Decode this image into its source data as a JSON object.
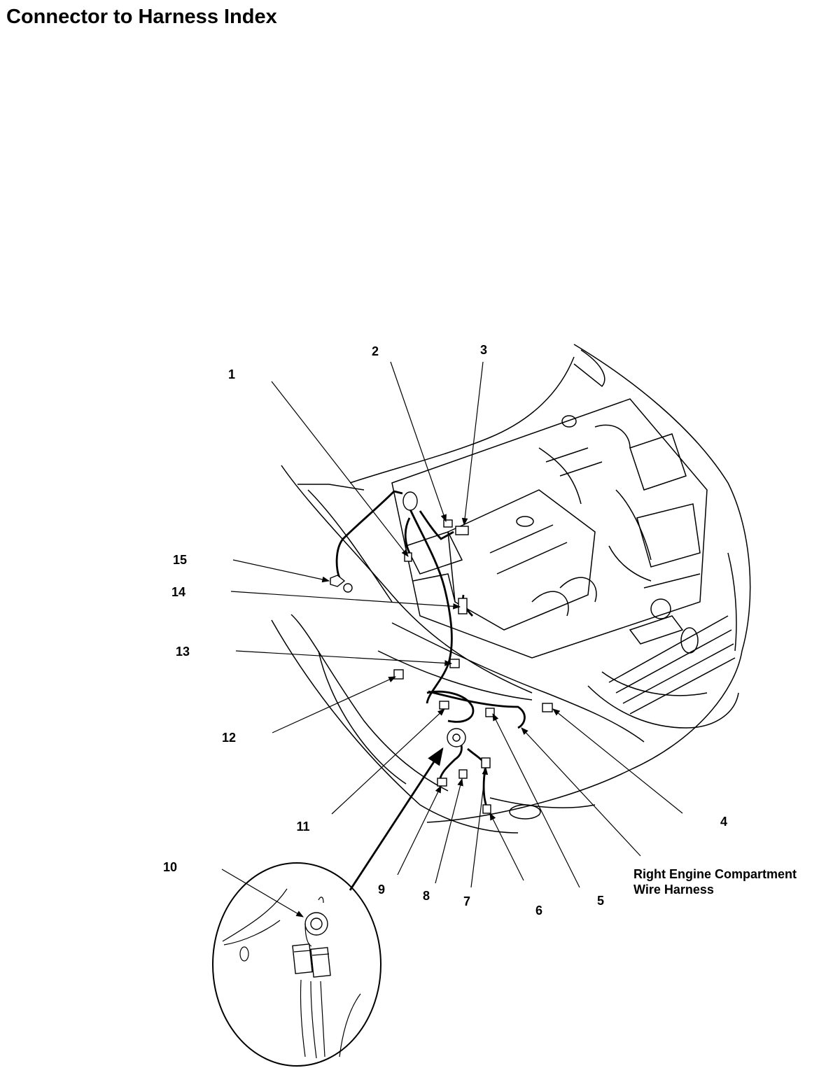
{
  "title": "Connector to Harness Index",
  "callouts": [
    "1",
    "2",
    "3",
    "4",
    "5",
    "6",
    "7",
    "8",
    "9",
    "10",
    "11",
    "12",
    "13",
    "14",
    "15"
  ],
  "harness_label": {
    "line1": "Right Engine Compartment",
    "line2": "Wire Harness"
  }
}
